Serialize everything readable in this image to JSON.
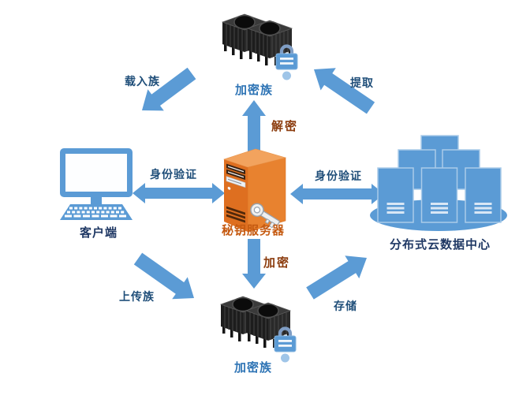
{
  "diagram": {
    "type": "architecture-flow-diagram",
    "nodes": {
      "encryption_cluster_top": {
        "label": "加密族",
        "icon": "cpu-cluster-with-lock-icon"
      },
      "encryption_cluster_bottom": {
        "label": "加密族",
        "icon": "cpu-cluster-with-lock-icon"
      },
      "key_server": {
        "label": "秘钥服务器",
        "icon": "server-tower-with-key-icon"
      },
      "client": {
        "label": "客户端",
        "icon": "desktop-computer-icon"
      },
      "cloud_data_center": {
        "label": "分布式云数据中心",
        "icon": "server-stack-on-platform-icon"
      }
    },
    "edges": {
      "load_cluster": {
        "label": "载入族",
        "from": "encryption_cluster_top",
        "to": "client"
      },
      "extract": {
        "label": "提取",
        "from": "cloud_data_center",
        "to": "encryption_cluster_top"
      },
      "decrypt": {
        "label": "解密",
        "from": "key_server",
        "to": "encryption_cluster_top"
      },
      "auth_left": {
        "label": "身份验证",
        "between": [
          "client",
          "key_server"
        ]
      },
      "auth_right": {
        "label": "身份验证",
        "between": [
          "key_server",
          "cloud_data_center"
        ]
      },
      "encrypt": {
        "label": "加密",
        "from": "key_server",
        "to": "encryption_cluster_bottom"
      },
      "upload_cluster": {
        "label": "上传族",
        "from": "client",
        "to": "encryption_cluster_bottom"
      },
      "store": {
        "label": "存储",
        "from": "encryption_cluster_bottom",
        "to": "cloud_data_center"
      }
    },
    "colors": {
      "arrow_blue": "#5B9BD5",
      "edge_label_blue": "#1F4E79",
      "crypt_label_brown": "#8C3D0F",
      "key_server_label_orange": "#C55A11",
      "node_label_navy": "#1F3864",
      "cluster_label_blue": "#2E74B5",
      "server_orange": "#E8762D",
      "lock_blue": "#5B9BD5"
    }
  }
}
